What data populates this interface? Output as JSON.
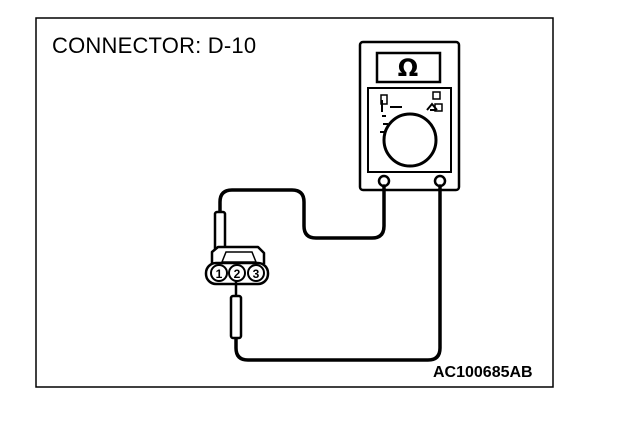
{
  "connector_label": "CONNECTOR: D-10",
  "meter_symbol": "Ω",
  "figure_code": "AC100685AB",
  "pins": [
    "1",
    "2",
    "3"
  ],
  "colors": {
    "line": "#000000",
    "background": "#ffffff"
  },
  "icons": {
    "meter": "ohmmeter-icon",
    "connector": "connector-icon",
    "probe": "probe-icon"
  }
}
